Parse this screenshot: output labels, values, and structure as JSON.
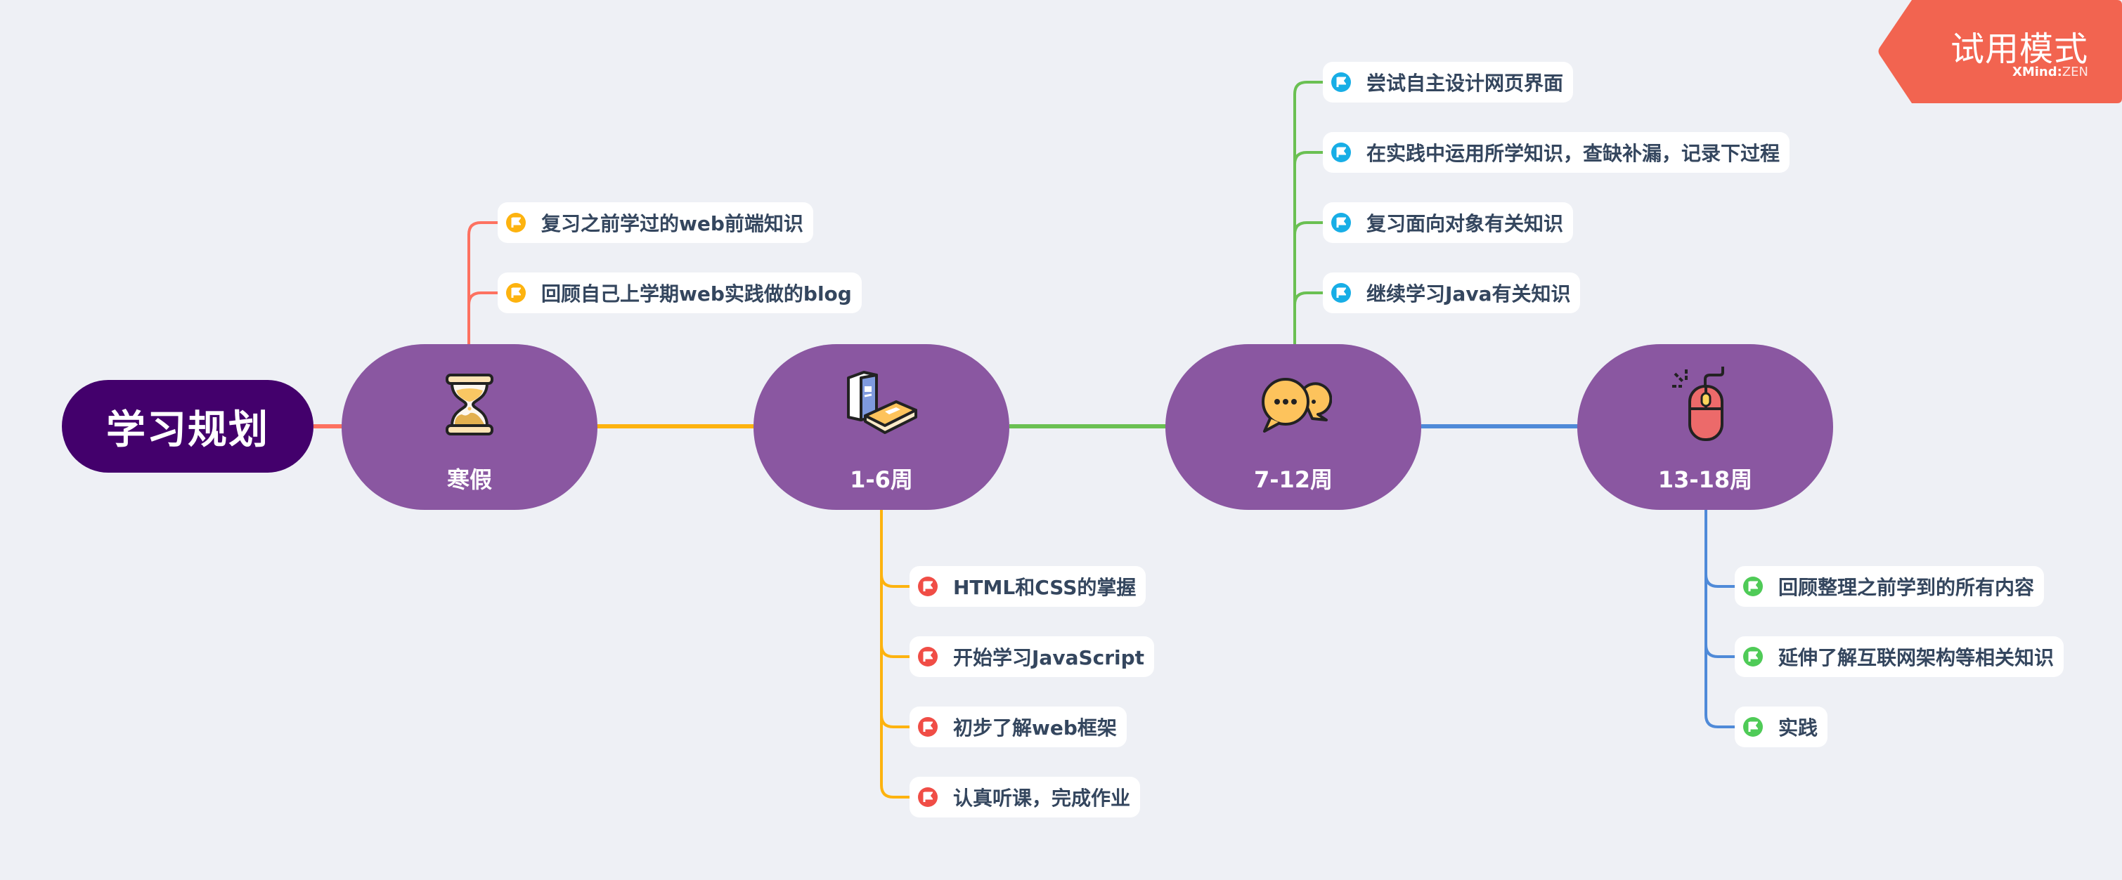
{
  "root": {
    "label": "学习规划"
  },
  "trial_badge": {
    "title": "试用模式",
    "brand_bold": "XMind",
    "brand_sep": ":",
    "brand_light": "ZEN",
    "color": "#f26450"
  },
  "colors": {
    "background": "#eef0f5",
    "root_fill": "#43006c",
    "stage_fill": "#8a57a1",
    "item_text": "#34465e"
  },
  "stages": [
    {
      "label": "寒假",
      "icon": "hourglass-icon",
      "branch_color": "#fd7160",
      "flag_color": "#fdb30f",
      "items": [
        "复习之前学过的web前端知识",
        "回顾自己上学期web实践做的blog"
      ]
    },
    {
      "label": "1-6周",
      "icon": "books-icon",
      "branch_color": "#fdb30f",
      "flag_color": "#f04d46",
      "items": [
        "HTML和CSS的掌握",
        "开始学习JavaScript",
        "初步了解web框架",
        "认真听课，完成作业"
      ]
    },
    {
      "label": "7-12周",
      "icon": "chat-bubbles-icon",
      "branch_color": "#6ac052",
      "flag_color": "#18aee6",
      "items": [
        "尝试自主设计网页界面",
        "在实践中运用所学知识，查缺补漏，记录下过程",
        "复习面向对象有关知识",
        "继续学习Java有关知识"
      ]
    },
    {
      "label": "13-18周",
      "icon": "computer-mouse-icon",
      "branch_color": "#4f8ad8",
      "flag_color": "#4fcb57",
      "items": [
        "回顾整理之前学到的所有内容",
        "延伸了解互联网架构等相关知识",
        "实践"
      ]
    }
  ]
}
